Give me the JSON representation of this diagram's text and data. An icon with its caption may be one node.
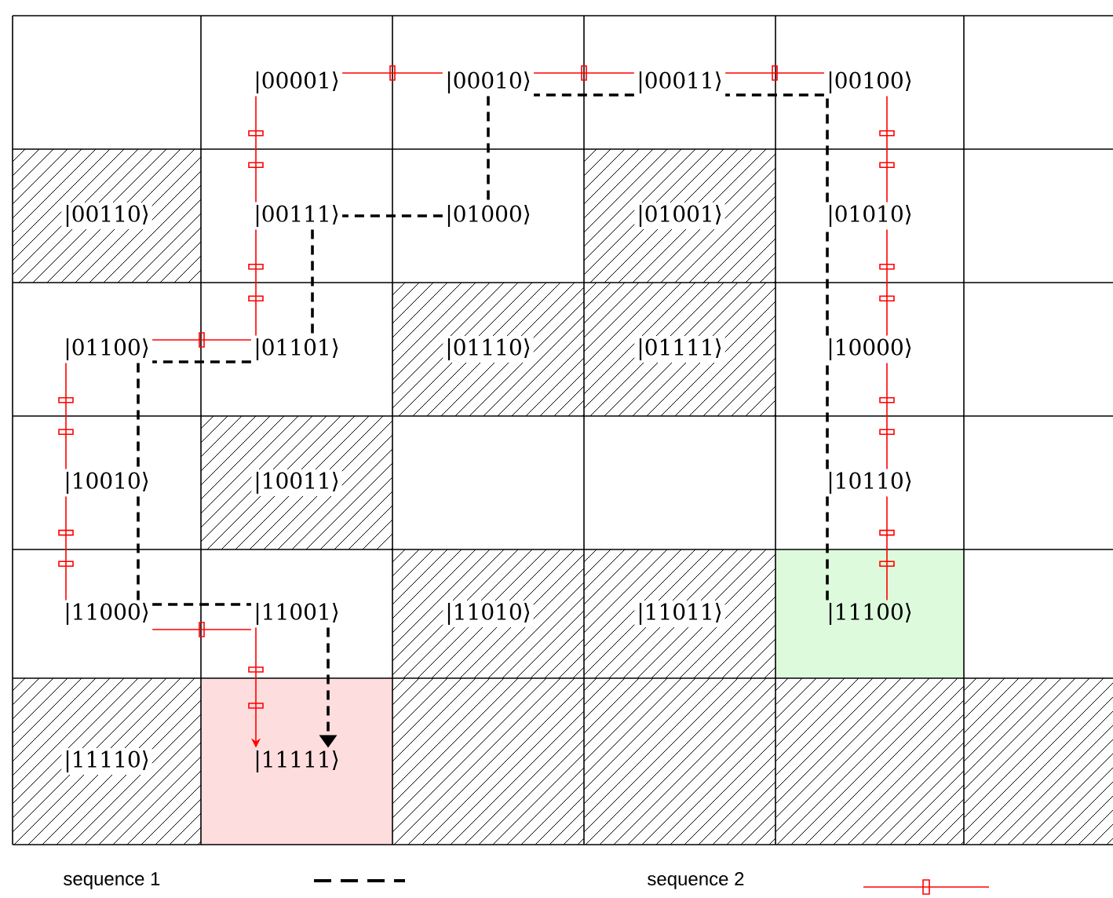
{
  "diagram": {
    "nodes": [
      {
        "text": [
          "|00001⟩"
        ]
      },
      {
        "text": [
          "|00010⟩"
        ]
      },
      {
        "text": [
          "|00011⟩"
        ]
      },
      {
        "text": [
          "|00100⟩"
        ]
      },
      {
        "text": [
          "|00110⟩"
        ]
      },
      {
        "text": [
          "|00111⟩"
        ]
      },
      {
        "text": [
          "|01000⟩"
        ]
      },
      {
        "text": [
          "|01001⟩"
        ]
      },
      {
        "text": [
          "|01010⟩"
        ]
      },
      {
        "text": [
          "|01100⟩"
        ]
      },
      {
        "text": [
          "|01101⟩"
        ]
      },
      {
        "text": [
          "|01110⟩"
        ]
      },
      {
        "text": [
          "|01111⟩"
        ]
      },
      {
        "text": [
          "|10000⟩"
        ]
      },
      {
        "text": [
          "|10010⟩"
        ]
      },
      {
        "text": [
          "|10011⟩"
        ]
      },
      {
        "text": [
          "|10110⟩"
        ]
      },
      {
        "text": [
          "|11000⟩"
        ]
      },
      {
        "text": [
          "|11001⟩"
        ]
      },
      {
        "text": [
          "|11010⟩"
        ]
      },
      {
        "text": [
          "|11011⟩"
        ]
      },
      {
        "text": [
          "|11100⟩"
        ]
      },
      {
        "text": [
          "|11110⟩"
        ]
      },
      {
        "text": [
          "|11111⟩"
        ]
      }
    ],
    "edges": [
      {
        "from": 21,
        "to": 16,
        "arrow": "none",
        "style": "dashed"
      },
      {
        "from": 16,
        "to": 13,
        "arrow": "none",
        "style": "dashed"
      },
      {
        "from": 13,
        "to": 8,
        "arrow": "none",
        "style": "dashed"
      },
      {
        "from": 8,
        "to": 3,
        "arrow": "none",
        "style": "dashed"
      },
      {
        "from": 3,
        "to": 2,
        "arrow": "none",
        "style": "dashed"
      },
      {
        "from": 2,
        "to": 1,
        "arrow": "none",
        "style": "dashed"
      },
      {
        "from": 1,
        "to": 6,
        "arrow": "none",
        "style": "dashed"
      },
      {
        "from": 6,
        "to": 5,
        "arrow": "none",
        "style": "dashed"
      },
      {
        "from": 5,
        "to": 10,
        "arrow": "none",
        "style": "dashed"
      },
      {
        "from": 10,
        "to": 9,
        "arrow": "none",
        "style": "dashed"
      },
      {
        "from": 9,
        "to": 14,
        "arrow": "none",
        "style": "dashed"
      },
      {
        "from": 14,
        "to": 17,
        "arrow": "none",
        "style": "dashed"
      },
      {
        "from": 17,
        "to": 18,
        "arrow": "none",
        "style": "dashed"
      },
      {
        "from": 18,
        "to": 23,
        "arrow": "to",
        "style": "dashed"
      },
      {
        "from": 21,
        "to": 16,
        "arrow": "none",
        "color": "#ff0000"
      },
      {
        "from": 16,
        "to": 13,
        "arrow": "none",
        "color": "#ff0000"
      },
      {
        "from": 13,
        "to": 8,
        "arrow": "none",
        "color": "#ff0000"
      },
      {
        "from": 8,
        "to": 3,
        "arrow": "none",
        "color": "#ff0000"
      },
      {
        "from": 3,
        "to": 2,
        "arrow": "none",
        "color": "#ff0000"
      },
      {
        "from": 2,
        "to": 1,
        "arrow": "none",
        "color": "#ff0000"
      },
      {
        "from": 1,
        "to": 0,
        "arrow": "none",
        "color": "#ff0000"
      },
      {
        "from": 0,
        "to": 5,
        "arrow": "none",
        "color": "#ff0000"
      },
      {
        "from": 5,
        "to": 10,
        "arrow": "none",
        "color": "#ff0000"
      },
      {
        "from": 10,
        "to": 9,
        "arrow": "none",
        "color": "#ff0000"
      },
      {
        "from": 9,
        "to": 14,
        "arrow": "none",
        "color": "#ff0000"
      },
      {
        "from": 14,
        "to": 17,
        "arrow": "none",
        "color": "#ff0000"
      },
      {
        "from": 17,
        "to": 18,
        "arrow": "none",
        "color": "#ff0000"
      },
      {
        "from": 18,
        "to": 23,
        "arrow": "to",
        "color": "#ff0000"
      }
    ],
    "legend": [
      {
        "text": "sequence 1"
      },
      {
        "text": "sequence 2"
      }
    ]
  }
}
